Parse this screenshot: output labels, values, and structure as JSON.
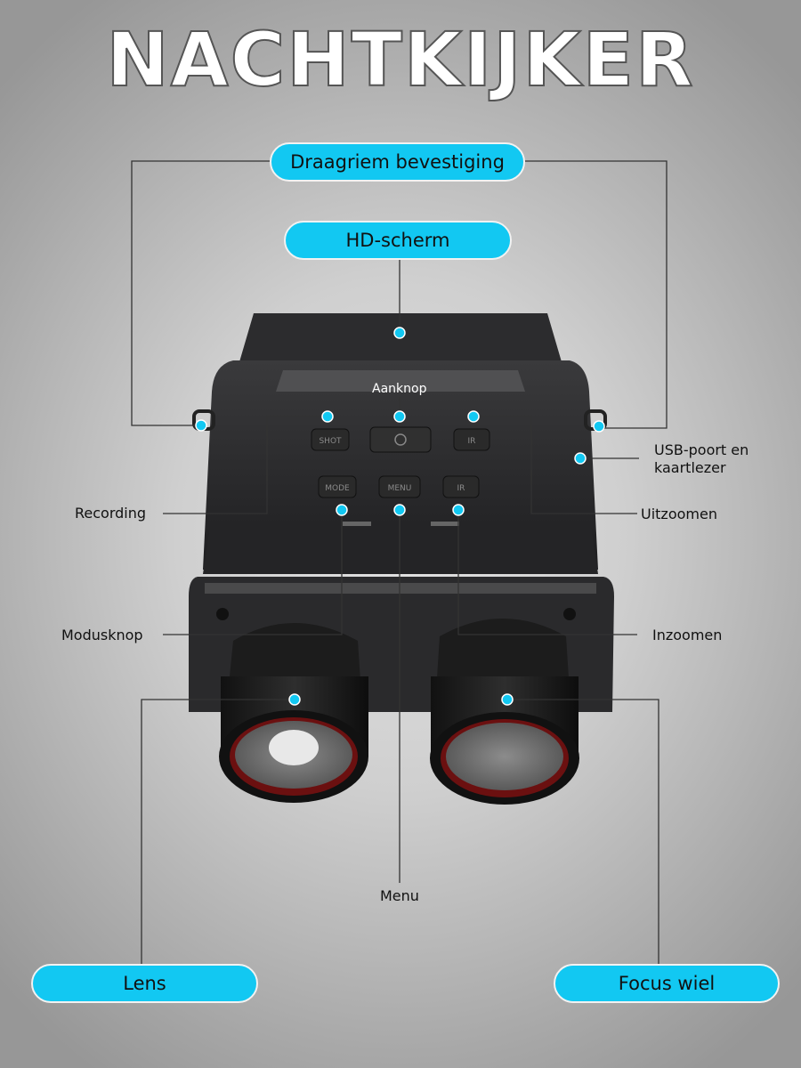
{
  "title": "NACHTKIJKER",
  "callouts": {
    "strap_mount": "Draagriem bevestiging",
    "hd_screen": "HD-scherm",
    "power": "Aanknop",
    "recording": "Recording",
    "zoom_out": "Uitzoomen",
    "usb_line1": "USB-poort en",
    "usb_line2": "kaartlezer",
    "mode": "Modusknop",
    "zoom_in": "Inzoomen",
    "menu": "Menu",
    "lens": "Lens",
    "focus": "Focus wiel"
  },
  "device_buttons": {
    "shot": "SHOT",
    "mode": "MODE",
    "menu": "MENU",
    "ir_up": "IR",
    "ir_down": "IR"
  },
  "colors": {
    "accent": "#12c8f2",
    "marker": "#12c8f2",
    "line": "#333333"
  }
}
